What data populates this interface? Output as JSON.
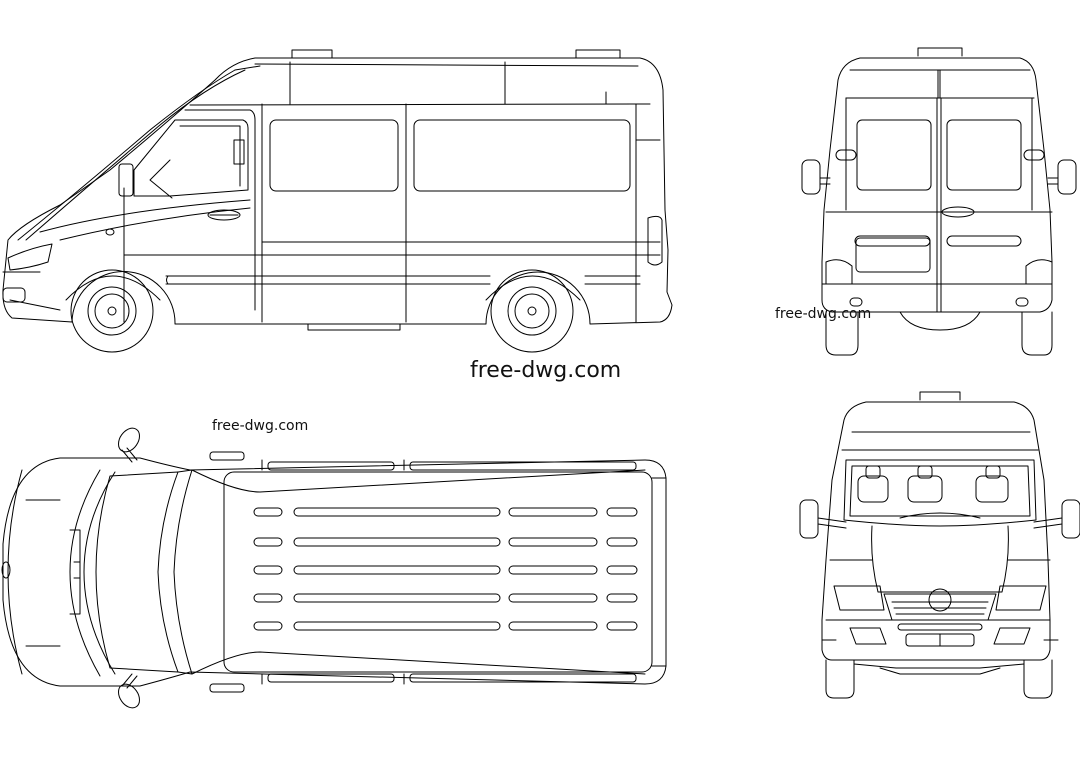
{
  "drawing": {
    "subject": "passenger van (minibus) CAD drawing",
    "style": "black line art on white",
    "line_color": "#000000",
    "background_color": "#ffffff",
    "views": [
      "side",
      "rear",
      "top",
      "front"
    ]
  },
  "watermarks": {
    "main": "free-dwg.com",
    "rear_view": "free-dwg.com",
    "top_view": "free-dwg.com"
  }
}
